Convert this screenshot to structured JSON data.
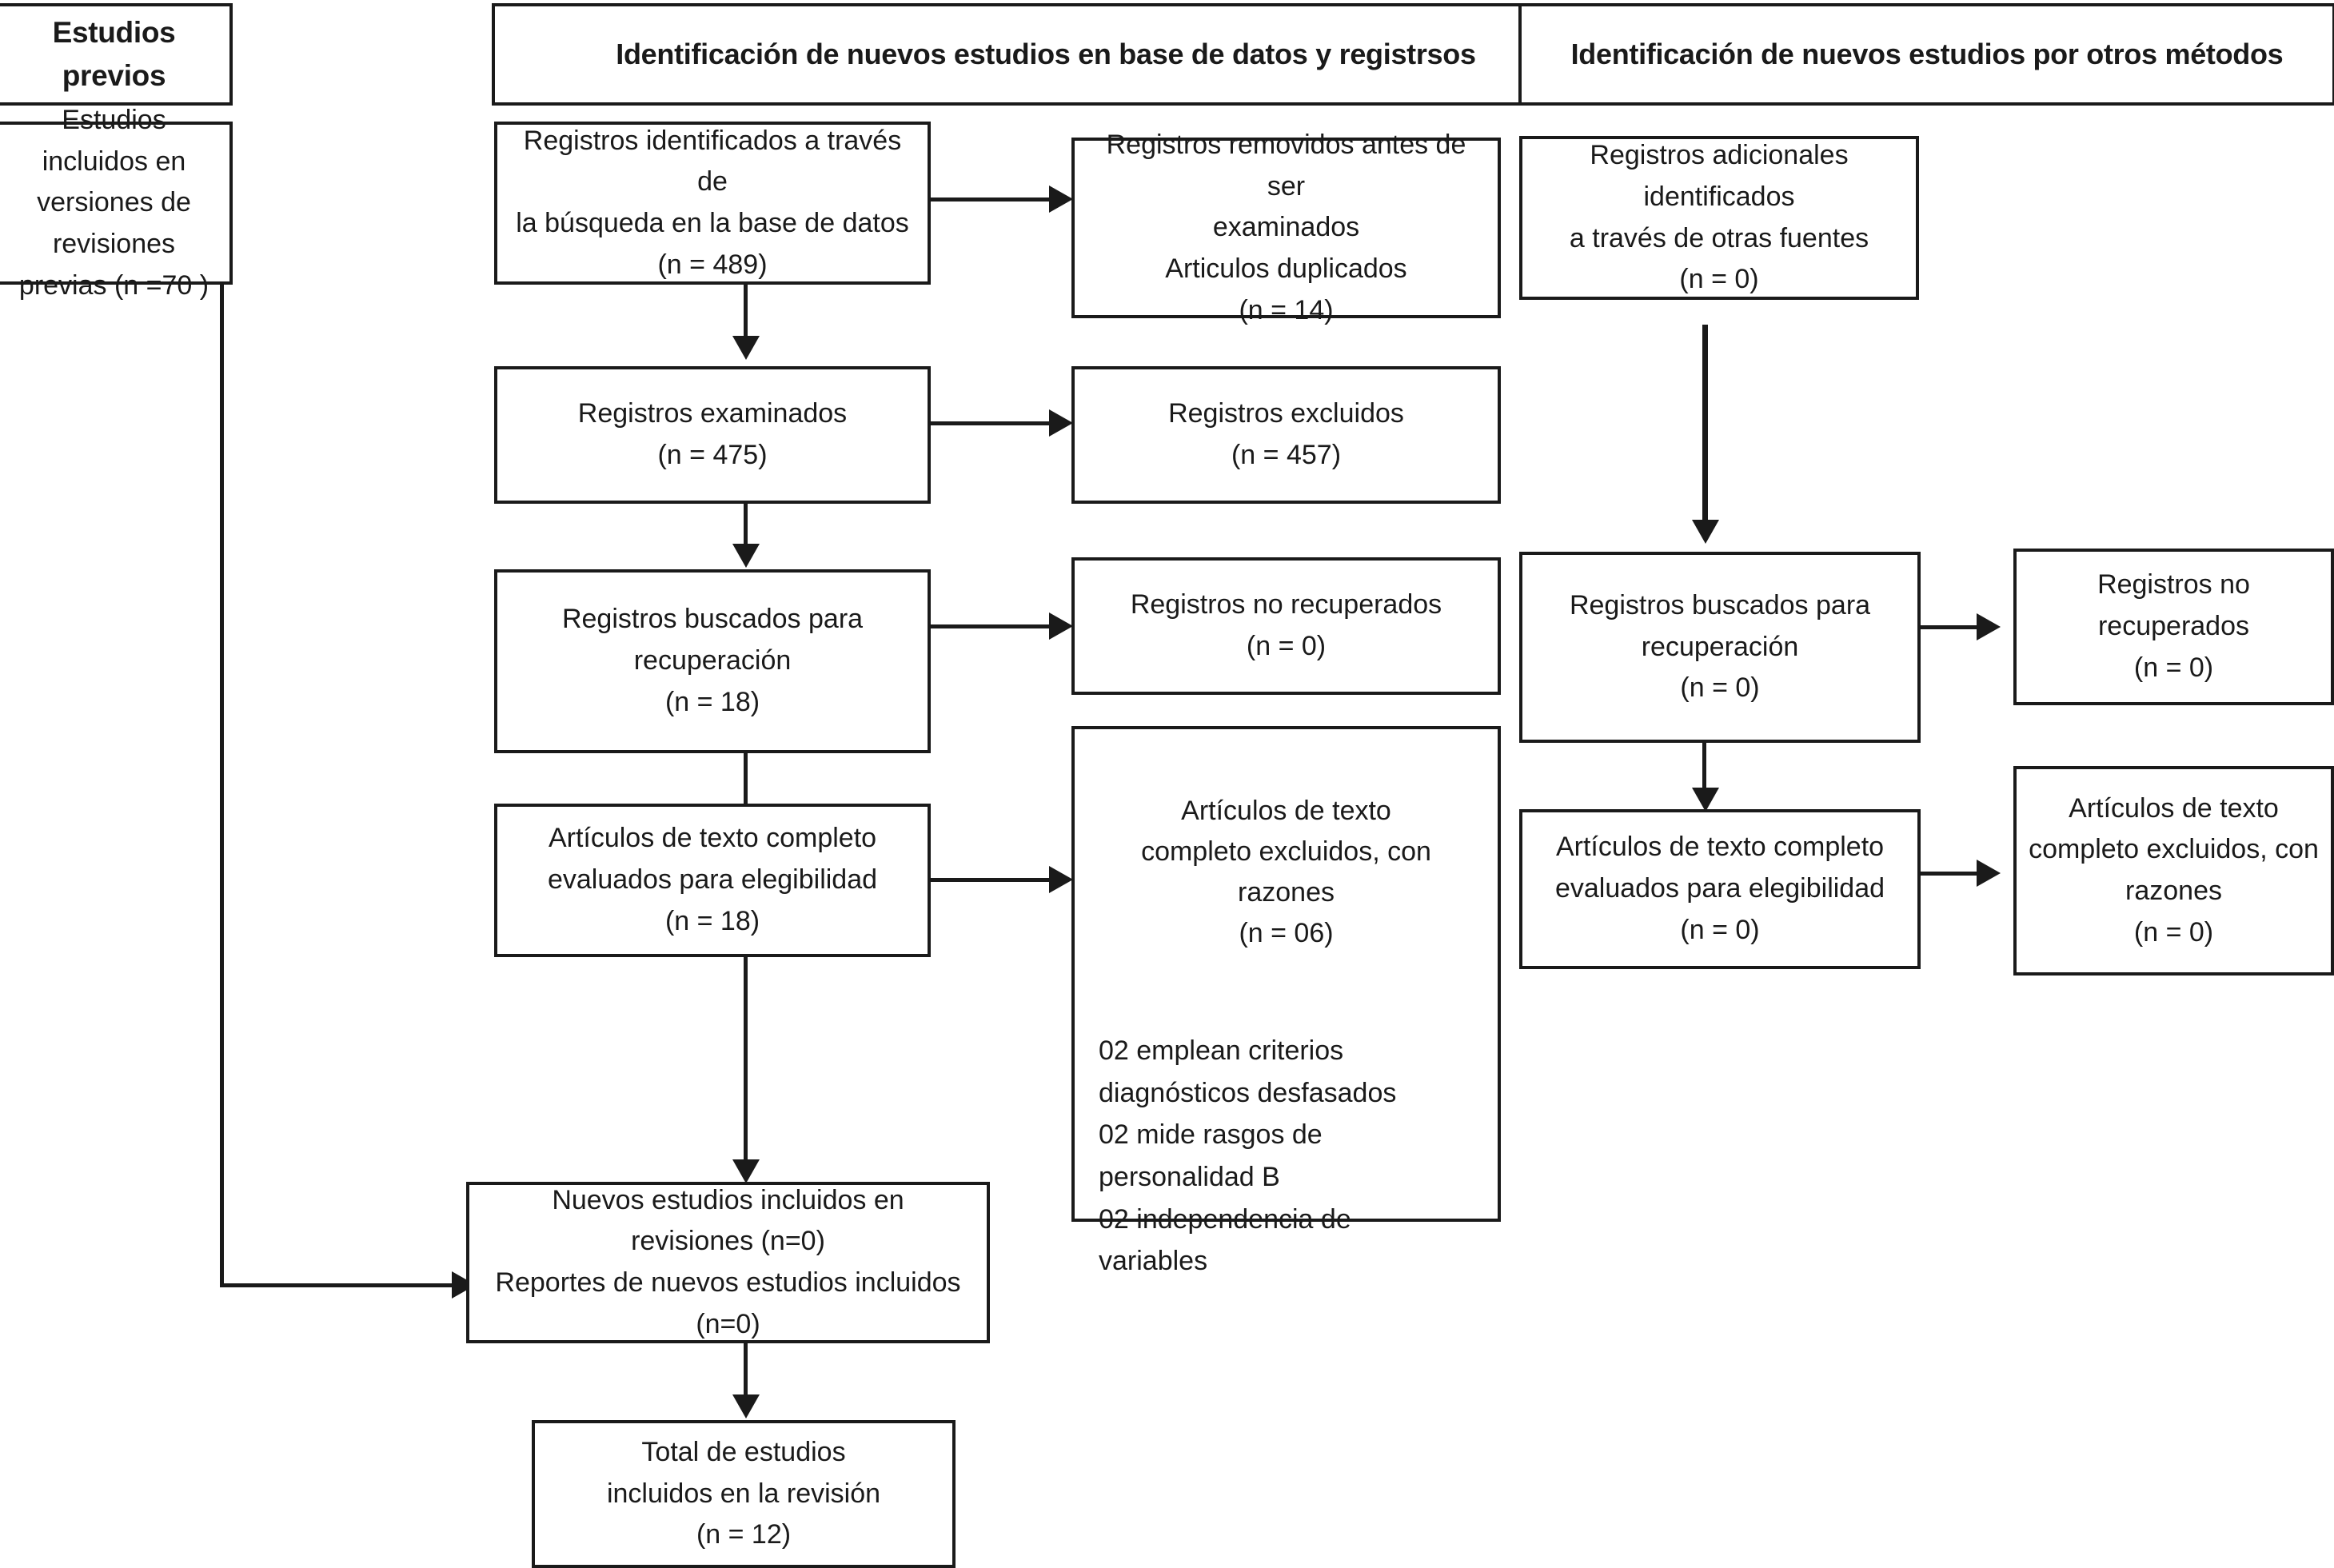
{
  "diagram": {
    "type": "prisma-flow-diagram",
    "language": "es",
    "line_color": "#1a1a1a",
    "background_color": "#ffffff",
    "columns": [
      {
        "id": "previous-studies",
        "header": "Estudios previos"
      },
      {
        "id": "new-studies-databases",
        "header": "Identificación de nuevos estudios en base de datos y registrsos"
      },
      {
        "id": "new-studies-other-methods",
        "header": "Identificación de nuevos estudios por otros métodos"
      }
    ]
  },
  "headers": {
    "previous_studies": "Estudios previos",
    "databases": "Identificación de nuevos estudios en base de datos y registrsos",
    "other_methods": "Identificación de nuevos estudios por otros métodos"
  },
  "boxes": {
    "previous_included": "Estudios incluidos en\nversiones de revisiones\nprevias (n =70 )",
    "records_identified": "Registros identificados a través de\nla búsqueda en la base de datos\n(n = 489)",
    "records_removed": "Registros removidos antes de ser\nexaminados\nArticulos duplicados\n(n = 14)",
    "additional_records": "Registros adicionales identificados\na través de otras fuentes\n(n = 0)",
    "records_screened": "Registros examinados\n(n = 475)",
    "records_excluded": "Registros excluidos\n(n = 457)",
    "records_sought": "Registros buscados para\nrecuperación\n(n = 18)",
    "records_not_retrieved": "Registros no recuperados\n(n = 0)",
    "fulltext_assessed": "Artículos de texto completo\nevaluados para elegibilidad\n(n = 18)",
    "fulltext_excluded_title": "Artículos de texto\ncompleto excluidos, con\nrazones\n(n = 06)",
    "fulltext_excluded_reasons": "02 emplean criterios\ndiagnósticos desfasados\n02 mide rasgos de\npersonalidad B\n02 independencia de\nvariables",
    "records_sought_other": "Registros buscados para\nrecuperación\n(n = 0)",
    "records_not_retrieved_other": "Registros no\nrecuperados\n(n = 0)",
    "fulltext_assessed_other": "Artículos de texto completo\nevaluados para elegibilidad\n(n = 0)",
    "fulltext_excluded_other": "Artículos de texto\ncompleto excluidos, con\nrazones\n(n = 0)",
    "new_studies_included": "Nuevos estudios incluidos en\nrevisiones (n=0)\nReportes de nuevos estudios incluidos\n(n=0)",
    "total_included": "Total de estudios\nincluidos en la revisión\n(n = 12)"
  },
  "counts": {
    "previous_included_n": 70,
    "records_identified_n": 489,
    "records_removed_n": 14,
    "additional_records_n": 0,
    "records_screened_n": 475,
    "records_excluded_n": 457,
    "records_sought_n": 18,
    "records_not_retrieved_n": 0,
    "fulltext_assessed_n": 18,
    "fulltext_excluded_n": 6,
    "records_sought_other_n": 0,
    "records_not_retrieved_other_n": 0,
    "fulltext_assessed_other_n": 0,
    "fulltext_excluded_other_n": 0,
    "new_studies_included_n": 0,
    "new_reports_included_n": 0,
    "total_included_n": 12
  }
}
